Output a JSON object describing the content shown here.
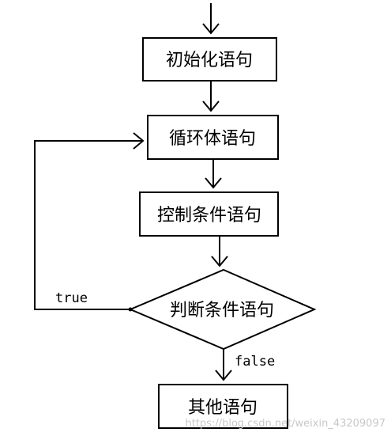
{
  "nodes": {
    "init": "初始化语句",
    "body": "循环体语句",
    "control": "控制条件语句",
    "condition": "判断条件语句",
    "other": "其他语句"
  },
  "edges": {
    "true_label": "true",
    "false_label": "false"
  },
  "watermark": "https://blog.csdn.net/weixin_43209097"
}
